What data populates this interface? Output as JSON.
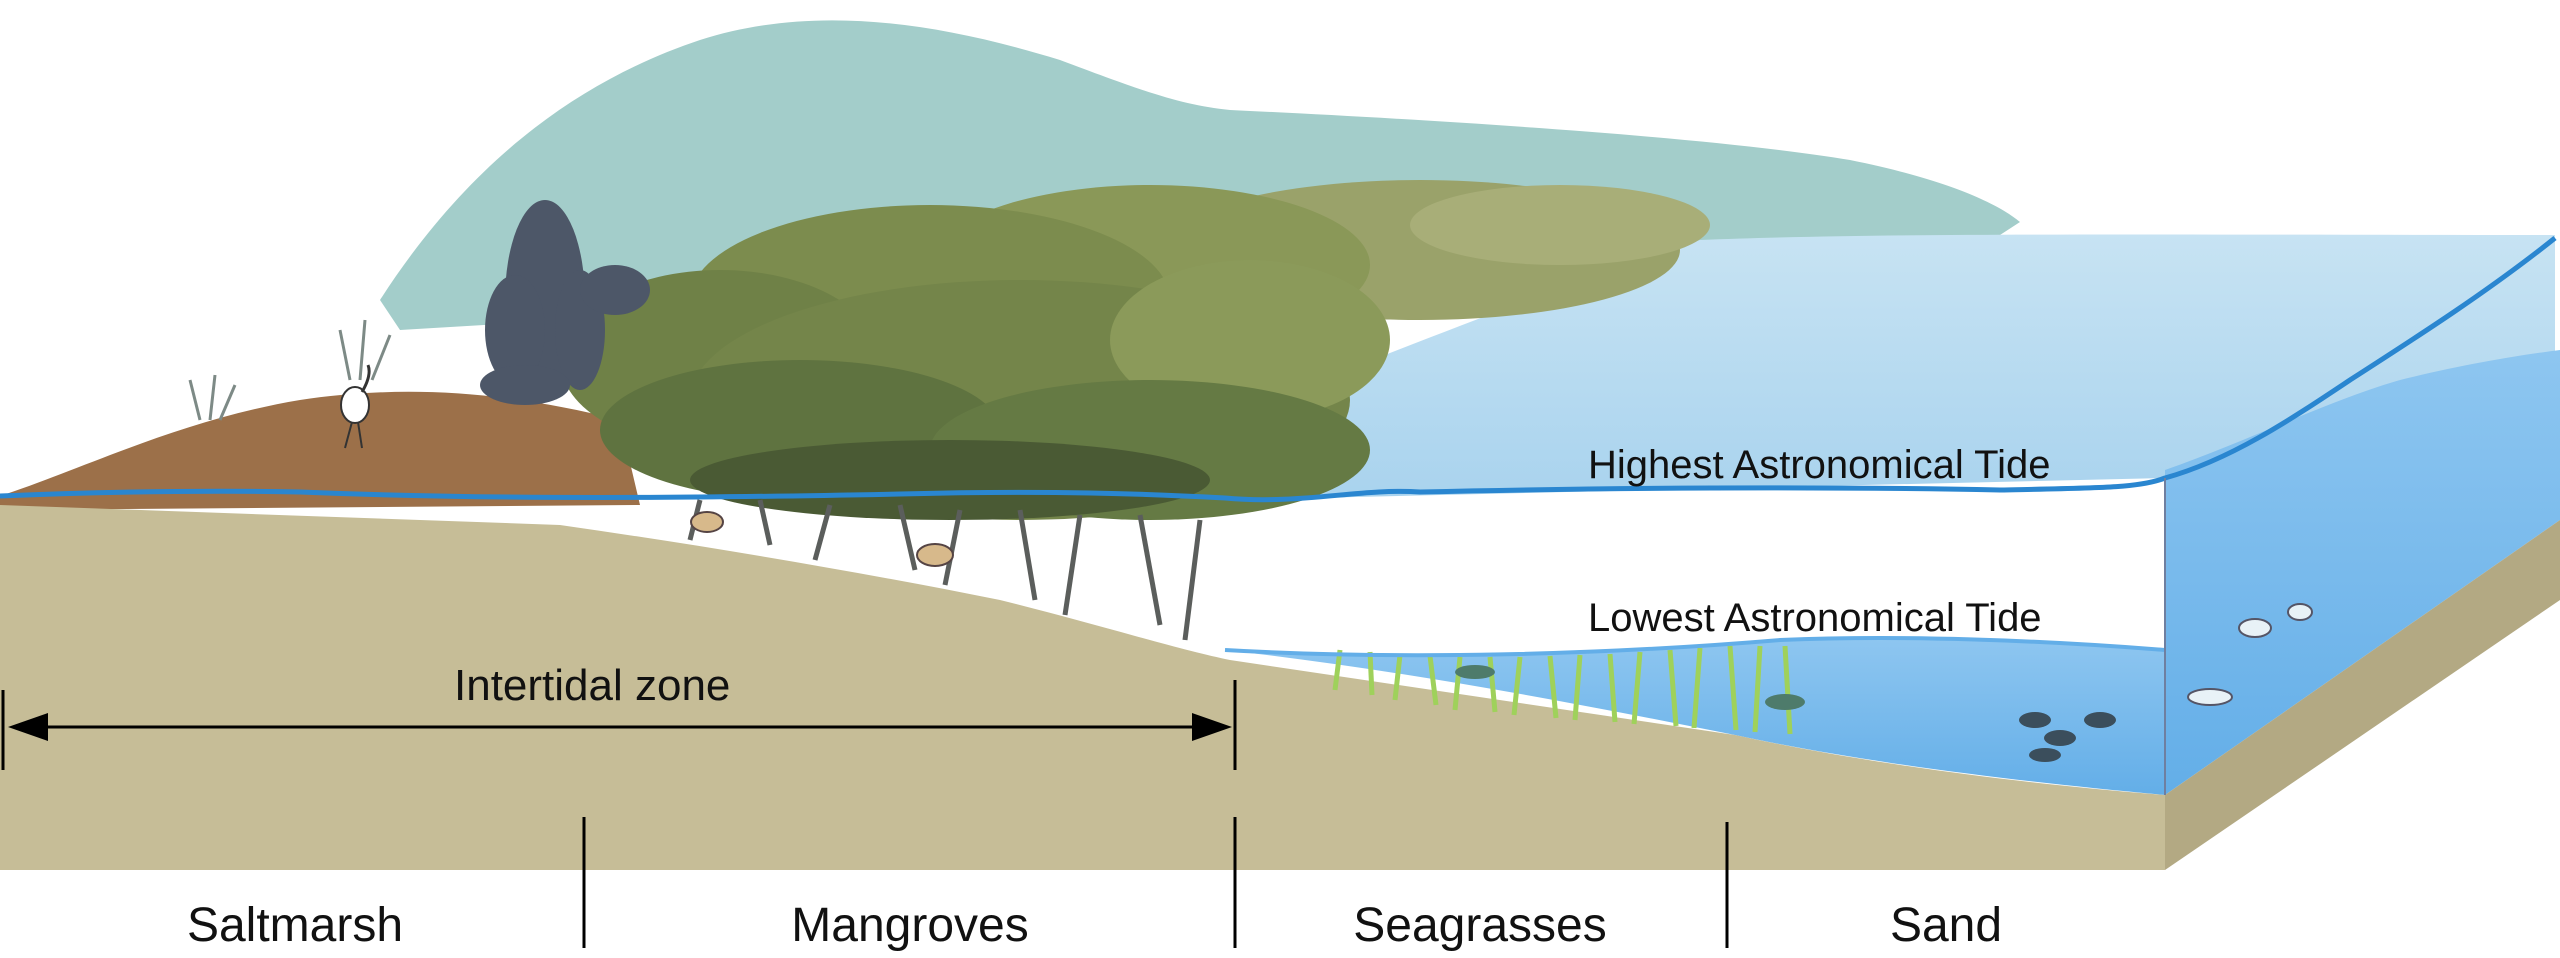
{
  "labels": {
    "highest_tide": "Highest Astronomical Tide",
    "lowest_tide": "Lowest Astronomical Tide",
    "intertidal_zone": "Intertidal zone"
  },
  "zones": [
    "Saltmarsh",
    "Mangroves",
    "Seagrasses",
    "Sand"
  ],
  "colors": {
    "hill": "#a3cdca",
    "land": "#c6bd97",
    "land_side": "#b3a983",
    "saltmarsh": "#9c7049",
    "mangrove": "#7f8f52",
    "water_top": "#bcdcef",
    "deep_water": "#8cc2ee",
    "tide_line": "#2a86d0",
    "seagrass": "#9fd15b"
  }
}
